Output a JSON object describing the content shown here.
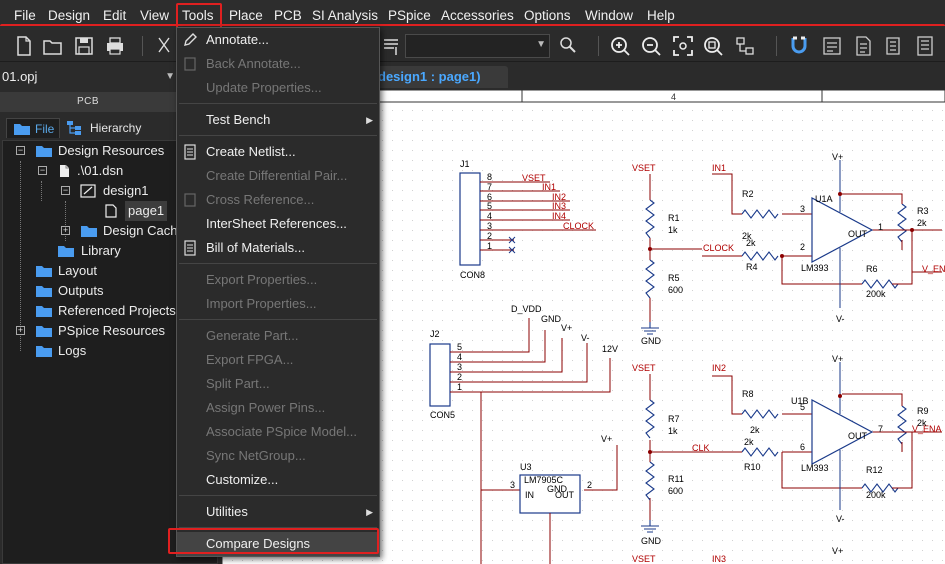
{
  "menubar": {
    "items": [
      "File",
      "Design",
      "Edit",
      "View",
      "Tools",
      "Place",
      "PCB",
      "SI Analysis",
      "PSpice",
      "Accessories",
      "Options",
      "Window",
      "Help"
    ],
    "active": "Tools"
  },
  "project": {
    "combo_value": "01.opj",
    "panel_header": "PCB",
    "tabs": {
      "file": "File",
      "hierarchy": "Hierarchy"
    },
    "tree": {
      "design_resources": "Design Resources",
      "dsn": ".\\01.dsn",
      "design1": "design1",
      "page1": "page1",
      "design_cache": "Design Cache",
      "library": "Library",
      "layout": "Layout",
      "outputs": "Outputs",
      "referenced_projects": "Referenced Projects",
      "pspice_resources": "PSpice Resources",
      "logs": "Logs"
    }
  },
  "document_tab": "design1 : page1)",
  "tools_menu": {
    "annotate": "Annotate...",
    "back_annotate": "Back Annotate...",
    "update_properties": "Update Properties...",
    "test_bench": "Test Bench",
    "create_netlist": "Create Netlist...",
    "create_diff_pair": "Create Differential Pair...",
    "cross_reference": "Cross Reference...",
    "intersheet_refs": "InterSheet References...",
    "bom": "Bill of Materials...",
    "export_properties": "Export Properties...",
    "import_properties": "Import Properties...",
    "generate_part": "Generate Part...",
    "export_fpga": "Export FPGA...",
    "split_part": "Split Part...",
    "assign_power_pins": "Assign Power Pins...",
    "associate_pspice": "Associate PSpice Model...",
    "sync_netgroup": "Sync NetGroup...",
    "customize": "Customize...",
    "utilities": "Utilities",
    "compare_designs": "Compare Designs"
  },
  "schematic": {
    "border_label": "4",
    "j1": "J1",
    "con8": "CON8",
    "j1_nets": [
      "VSET",
      "IN1",
      "IN2",
      "IN3",
      "IN4",
      "CLOCK"
    ],
    "j1_pins": [
      "8",
      "7",
      "6",
      "5",
      "4",
      "3",
      "2",
      "1"
    ],
    "j2": "J2",
    "con5": "CON5",
    "j2_pins": [
      "5",
      "4",
      "3",
      "2",
      "1"
    ],
    "pwr": {
      "d_vdd": "D_VDD",
      "gnd": "GND",
      "vplus": "V+",
      "vminus": "V-",
      "v12": "12V"
    },
    "u3": "U3",
    "u3_part": "LM7905C",
    "u3_in": "IN",
    "u3_out": "OUT",
    "u3_gnd": "GND",
    "u3_pin_in": "3",
    "u3_pin_out": "2",
    "vset": "VSET",
    "r1": "R1",
    "r1_val": "1k",
    "r5": "R5",
    "r5_val": "600",
    "r7": "R7",
    "r7_val": "1k",
    "r11": "R11",
    "r11_val": "600",
    "in1": "IN1",
    "in2": "IN2",
    "in3": "IN3",
    "clock": "CLOCK",
    "clk": "CLK",
    "r2": "R2",
    "r2_val": "2k",
    "r4": "R4",
    "r4_val": "2k",
    "r8": "R8",
    "r8_val": "2k",
    "r10": "R10",
    "r10_val": "2k",
    "u1a": "U1A",
    "u1b": "U1B",
    "lm393": "LM393",
    "out": "OUT",
    "r3": "R3",
    "r3_val": "2k",
    "r6": "R6",
    "r6_val": "200k",
    "r9": "R9",
    "r9_val": "2k",
    "r12": "R12",
    "r12_val": "200k",
    "v_en1": "V_EN",
    "v_en2": "V_ENA",
    "pin3": "3",
    "pin2": "2",
    "pin1": "1",
    "pin5": "5",
    "pin6": "6",
    "pin7": "7"
  }
}
